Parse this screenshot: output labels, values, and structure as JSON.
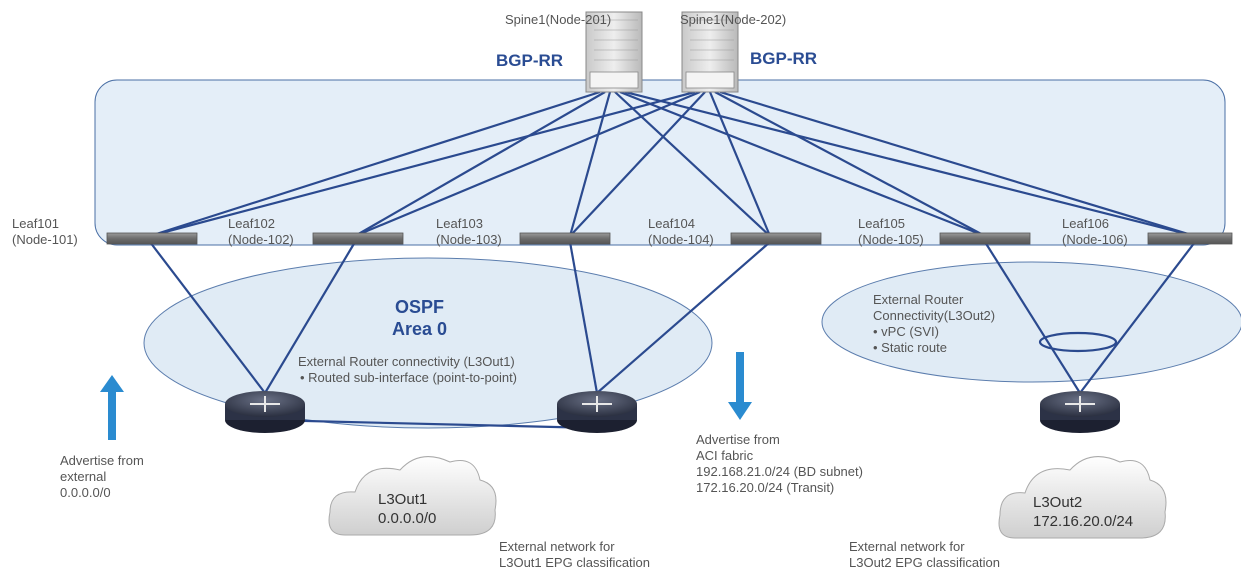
{
  "spines": [
    {
      "label": "Spine1(Node-201)",
      "role": "BGP-RR"
    },
    {
      "label": "Spine1(Node-202)",
      "role": "BGP-RR"
    }
  ],
  "leaves": [
    {
      "name": "Leaf101",
      "node": "(Node-101)"
    },
    {
      "name": "Leaf102",
      "node": "(Node-102)"
    },
    {
      "name": "Leaf103",
      "node": "(Node-103)"
    },
    {
      "name": "Leaf104",
      "node": "(Node-104)"
    },
    {
      "name": "Leaf105",
      "node": "(Node-105)"
    },
    {
      "name": "Leaf106",
      "node": "(Node-106)"
    }
  ],
  "ospf": {
    "line1": "OSPF",
    "line2": "Area 0"
  },
  "l3out1_conn": {
    "title": "External Router connectivity (L3Out1)",
    "bullet": "Routed sub-interface (point-to-point)"
  },
  "l3out2_conn": {
    "title_line1": "External Router",
    "title_line2": "Connectivity(L3Out2)",
    "bullets": [
      "vPC (SVI)",
      "Static route"
    ]
  },
  "advertise_external": {
    "line1": "Advertise from",
    "line2": "external",
    "line3": "0.0.0.0/0"
  },
  "advertise_fabric": {
    "line1": "Advertise from",
    "line2": "ACI fabric",
    "line3": "192.168.21.0/24 (BD subnet)",
    "line4": "172.16.20.0/24 (Transit)"
  },
  "cloud_l3out1": {
    "name": "L3Out1",
    "subnet": "0.0.0.0/0"
  },
  "cloud_l3out2": {
    "name": "L3Out2",
    "subnet": "172.16.20.0/24"
  },
  "ext_net1": {
    "line1": "External network for",
    "line2": "L3Out1 EPG classification"
  },
  "ext_net2": {
    "line1": "External network for",
    "line2": "L3Out2 EPG classification"
  },
  "colors": {
    "link": "#2b4a8f",
    "fabric_fill": "#e4eef8",
    "arrow": "#2a8bd0",
    "bgp": "#2a4c93"
  }
}
